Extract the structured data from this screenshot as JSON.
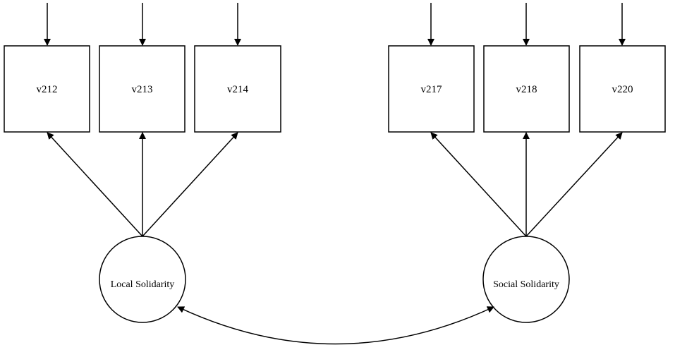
{
  "diagram": {
    "indicators": {
      "v212": "v212",
      "v213": "v213",
      "v214": "v214",
      "v217": "v217",
      "v218": "v218",
      "v220": "v220"
    },
    "latents": {
      "local": "Local Solidarity",
      "social": "Social Solidarity"
    },
    "colors": {
      "stroke": "#000000",
      "background": "#ffffff"
    }
  }
}
